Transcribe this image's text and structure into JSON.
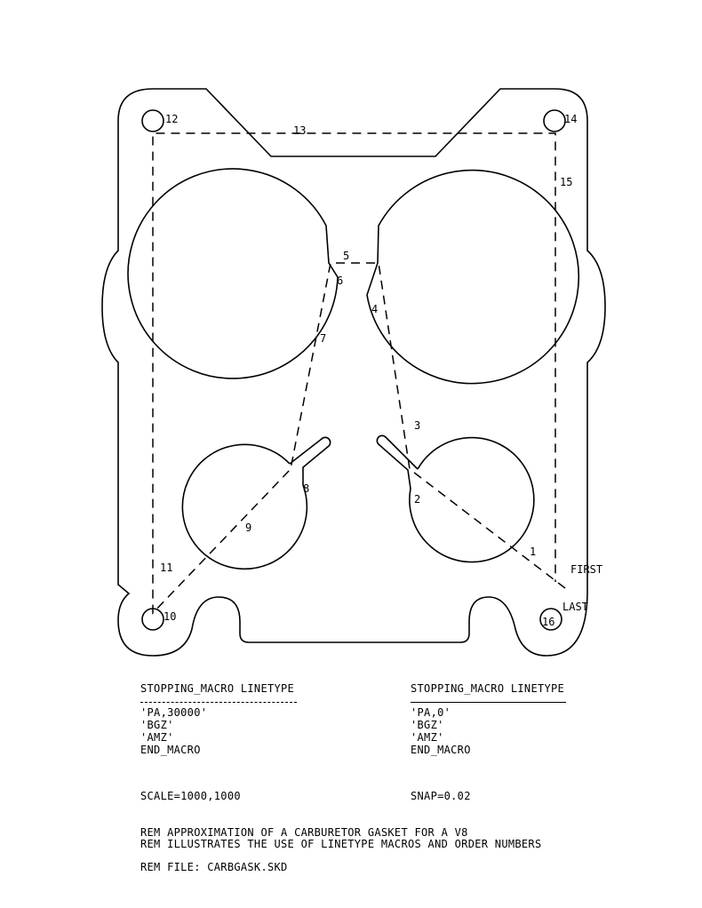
{
  "gasket": {
    "order_labels": [
      "1",
      "2",
      "3",
      "4",
      "5",
      "6",
      "7",
      "8",
      "9",
      "10",
      "11",
      "12",
      "13",
      "14",
      "15",
      "16"
    ],
    "first_label": "FIRST",
    "last_label": "LAST"
  },
  "linetype_left": {
    "title": "STOPPING_MACRO LINETYPE",
    "lines": [
      "'PA,30000'",
      "'BGZ'",
      "'AMZ'",
      "END_MACRO"
    ]
  },
  "linetype_right": {
    "title": "STOPPING_MACRO LINETYPE",
    "lines": [
      "'PA,0'",
      "'BGZ'",
      "'AMZ'",
      "END_MACRO"
    ]
  },
  "scale_text": "SCALE=1000,1000",
  "snap_text": "SNAP=0.02",
  "rem": [
    "REM APPROXIMATION OF A CARBURETOR GASKET FOR A V8",
    "REM ILLUSTRATES THE USE OF LINETYPE MACROS AND ORDER NUMBERS",
    "REM FILE: CARBGASK.SKD"
  ]
}
